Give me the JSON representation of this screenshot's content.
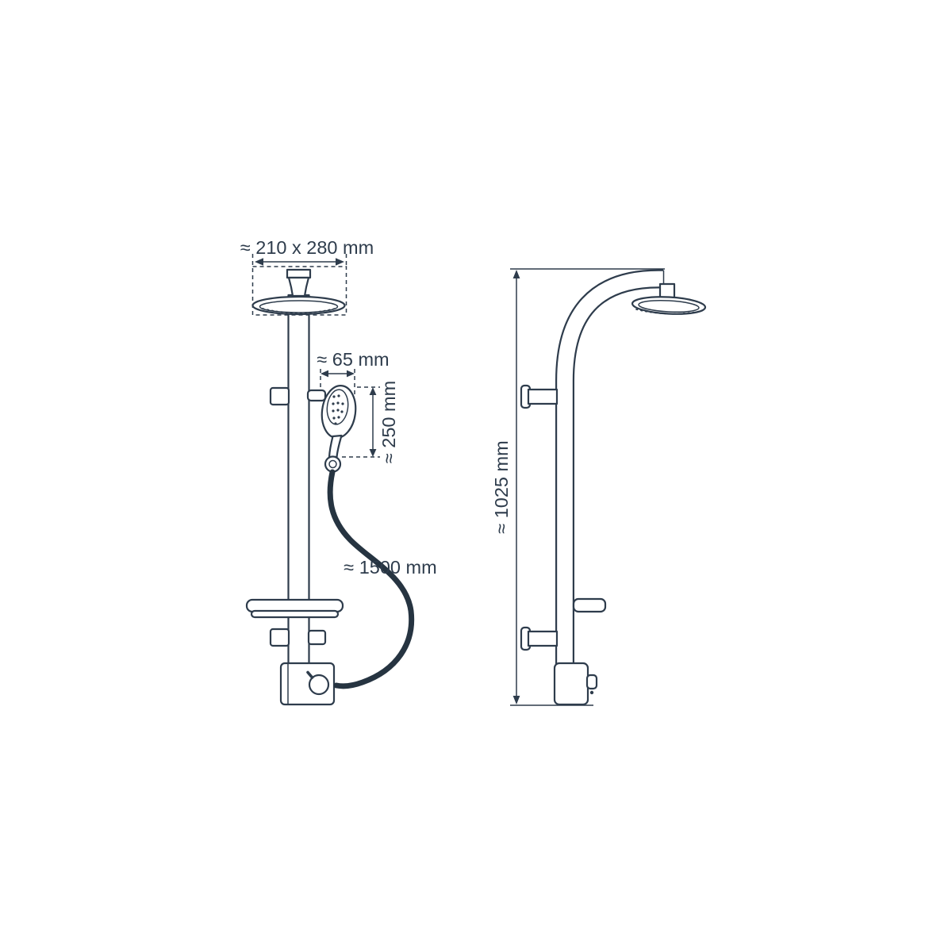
{
  "diagram": {
    "labels": {
      "overhead_shower_size": "≈ 210 x 280 mm",
      "hand_shower_width": "≈ 65 mm",
      "hand_shower_length": "≈ 250 mm",
      "hose_length": "≈ 1500 mm",
      "column_height": "≈ 1025 mm"
    },
    "colors": {
      "line": "#2e3c4c",
      "hose": "#263441",
      "background": "#ffffff"
    }
  }
}
